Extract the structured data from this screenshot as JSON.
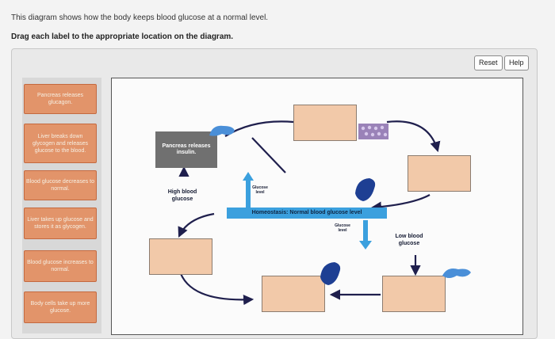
{
  "instructions": {
    "line1": "This diagram shows how the body keeps blood glucose at a normal level.",
    "line2": "Drag each label to the appropriate location on the diagram."
  },
  "toolbar": {
    "reset_label": "Reset",
    "help_label": "Help"
  },
  "labels": [
    "Pancreas releases glucagon.",
    "Liver breaks down glycogen and releases glucose to the blood.",
    "Blood glucose decreases to normal.",
    "Liver takes up glucose and stores it as glycogen.",
    "Blood glucose increases to normal.",
    "Body cells take up more glucose."
  ],
  "diagram": {
    "pancreas_insulin": "Pancreas releases insulin.",
    "high_glucose": "High blood glucose",
    "glucose_level_up": "Glucose level",
    "homeostasis": "Homeostasis: Normal blood glucose level",
    "glucose_level_down": "Glucose level",
    "low_glucose": "Low blood glucose"
  },
  "colors": {
    "label_fill": "#e2946a",
    "drop_zone_fill": "#f2c9a9",
    "homeostasis_bar": "#3ba0de",
    "pancreas_box": "#707070",
    "liver_icon": "#1e3f93",
    "pancreas_icon": "#4a8fd8",
    "arrow_line": "#1f1f4d"
  },
  "icons": [
    "pancreas-icon",
    "liver-icon",
    "body-cells-icon",
    "arrow-up-icon",
    "arrow-down-icon"
  ]
}
